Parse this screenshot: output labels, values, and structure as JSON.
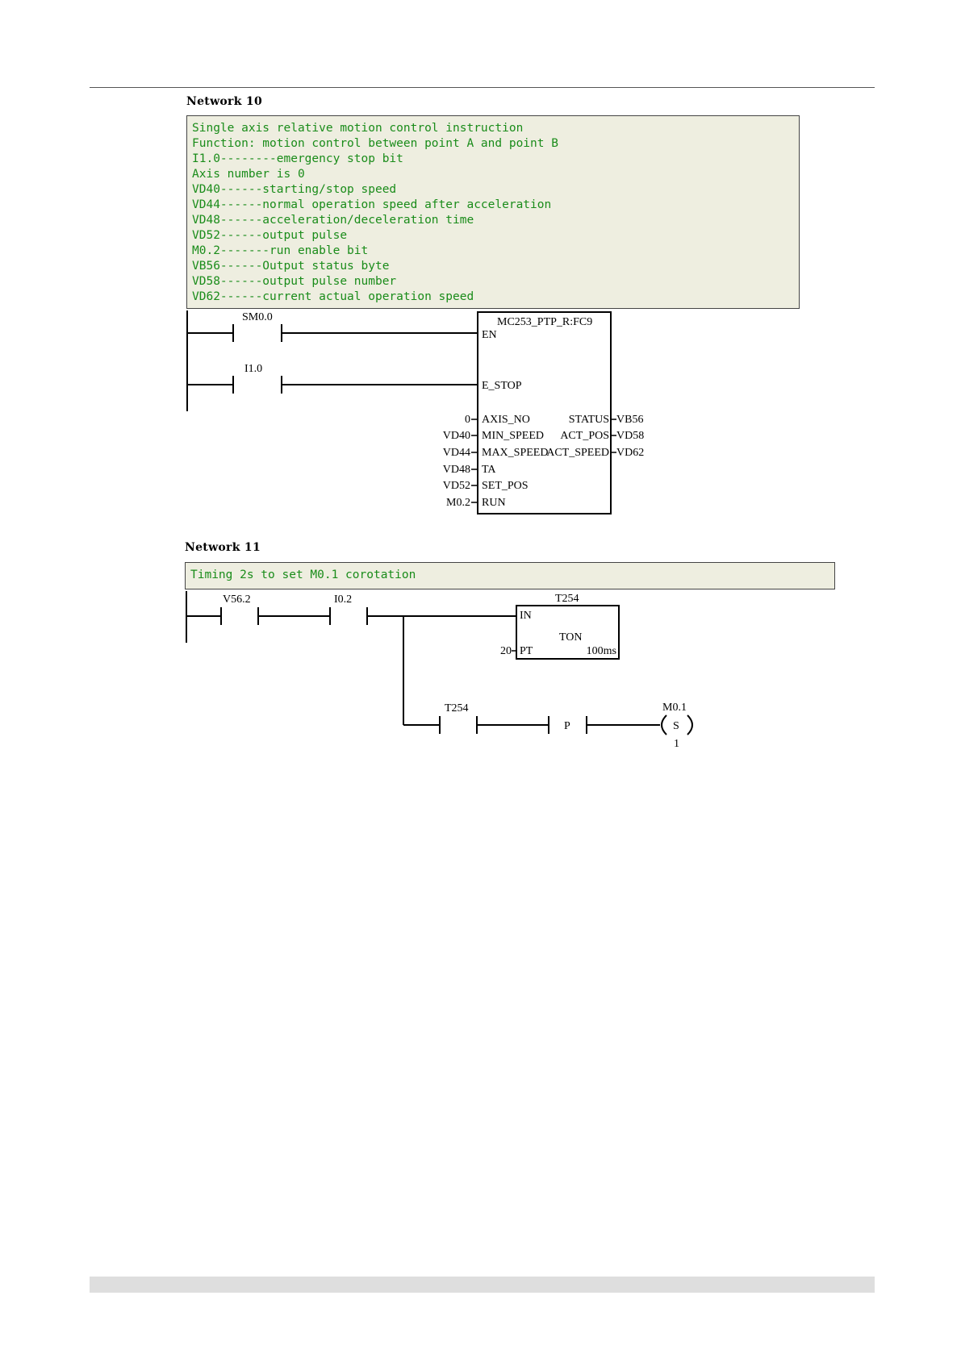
{
  "network10": {
    "title": "Network 10",
    "comment": [
      "Single axis relative motion control instruction",
      "Function: motion control between point A and point B",
      "I1.0--------emergency stop bit",
      "Axis number is 0",
      "VD40------starting/stop speed",
      "VD44------normal operation speed after acceleration",
      "VD48------acceleration/deceleration time",
      "VD52------output pulse",
      "M0.2-------run enable bit",
      "VB56------Output status byte",
      "VD58------output pulse number",
      "VD62------current actual operation speed"
    ],
    "contacts": [
      "SM0.0",
      "I1.0"
    ],
    "block": {
      "name": "MC253_PTP_R:FC9",
      "pins": [
        "EN",
        "E_STOP",
        "AXIS_NO",
        "MIN_SPEED",
        "MAX_SPEED",
        "TA",
        "SET_POS",
        "RUN"
      ],
      "inputs": [
        "0",
        "VD40",
        "VD44",
        "VD48",
        "VD52",
        "M0.2"
      ],
      "outputs": [
        "STATUS",
        "ACT_POS",
        "ACT_SPEED"
      ],
      "output_vars": [
        "VB56",
        "VD58",
        "VD62"
      ]
    }
  },
  "network11": {
    "title": "Network 11",
    "comment": "Timing 2s to set M0.1 corotation",
    "contacts": [
      "V56.2",
      "I0.2",
      "T254"
    ],
    "timer": {
      "name": "T254",
      "in_pin": "IN",
      "pt_pin": "PT",
      "type": "TON",
      "pt_value": "20",
      "base": "100ms"
    },
    "edge": "P",
    "coil": {
      "name": "M0.1",
      "type": "S",
      "count": "1"
    }
  }
}
